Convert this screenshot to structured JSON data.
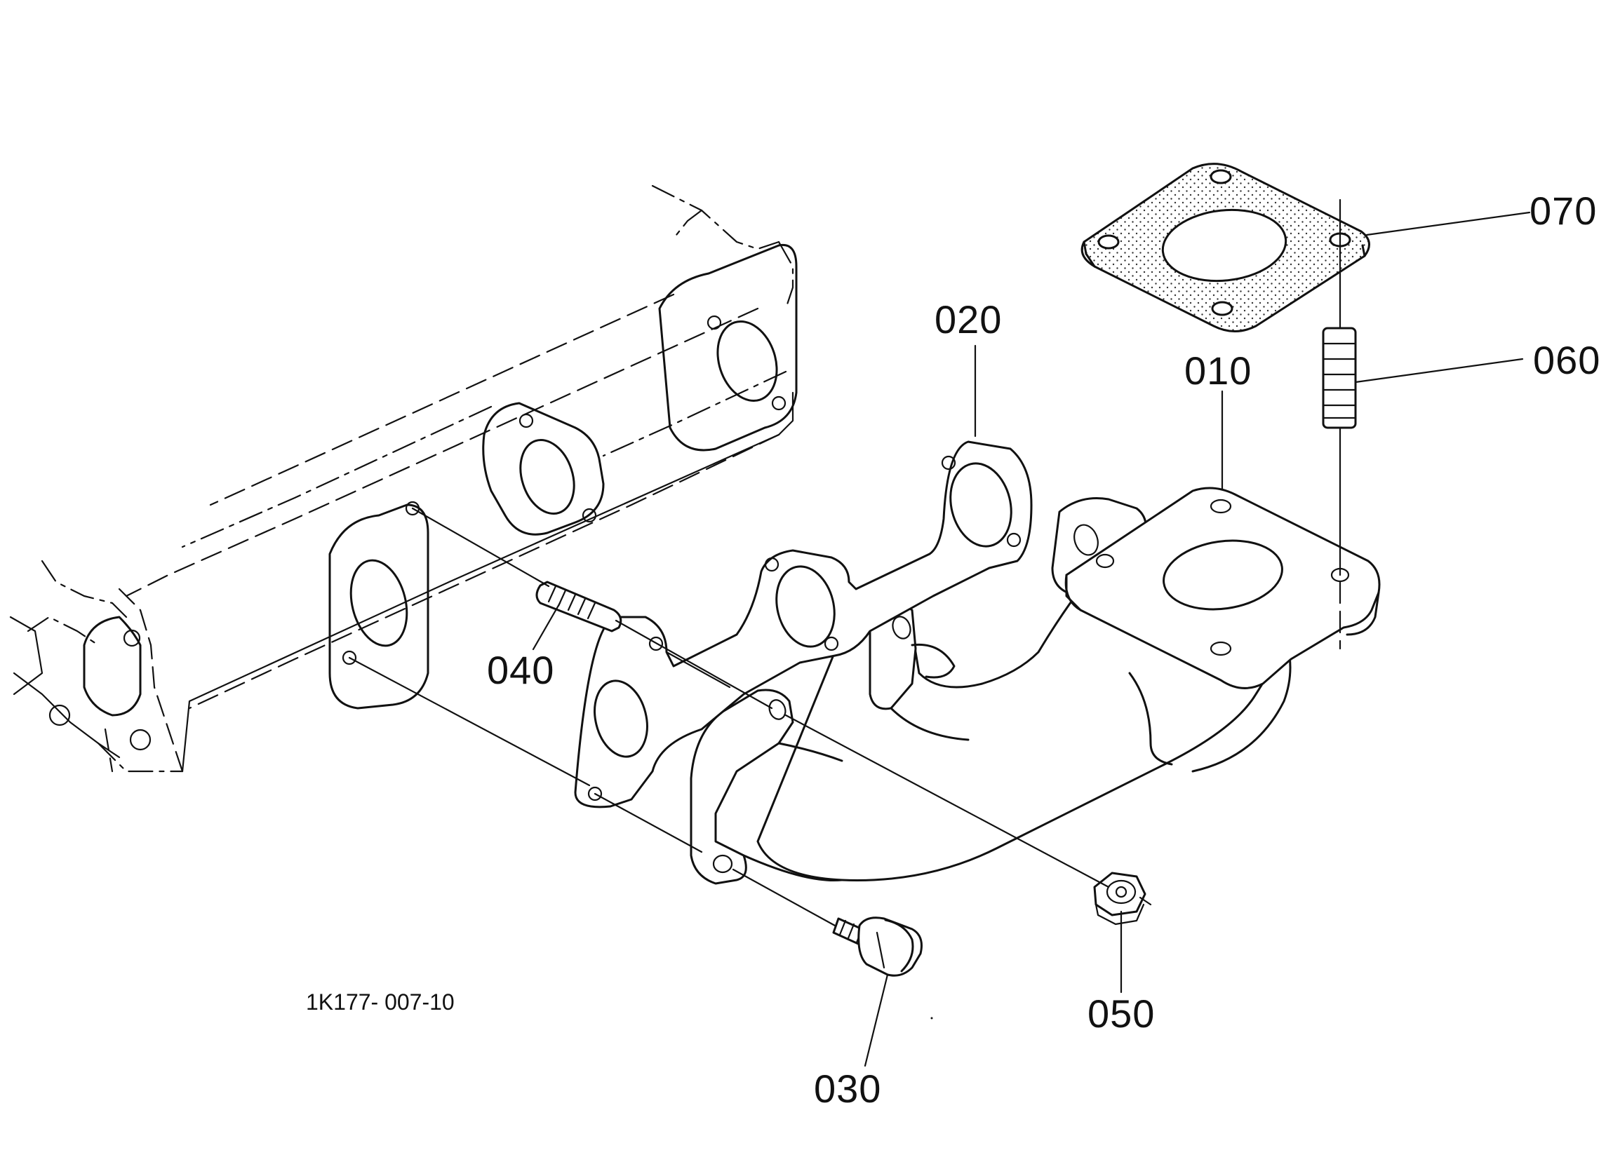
{
  "parts": [
    {
      "id": "p010",
      "label": "010",
      "name": "manifold"
    },
    {
      "id": "p020",
      "label": "020",
      "name": "gasket"
    },
    {
      "id": "p030",
      "label": "030",
      "name": "bolt"
    },
    {
      "id": "p040",
      "label": "040",
      "name": "stud"
    },
    {
      "id": "p050",
      "label": "050",
      "name": "nut"
    },
    {
      "id": "p060",
      "label": "060",
      "name": "stud"
    },
    {
      "id": "p070",
      "label": "070",
      "name": "gasket"
    }
  ],
  "reference_code": "1K177- 007-10",
  "colors": {
    "line": "#111111",
    "background": "#ffffff"
  }
}
